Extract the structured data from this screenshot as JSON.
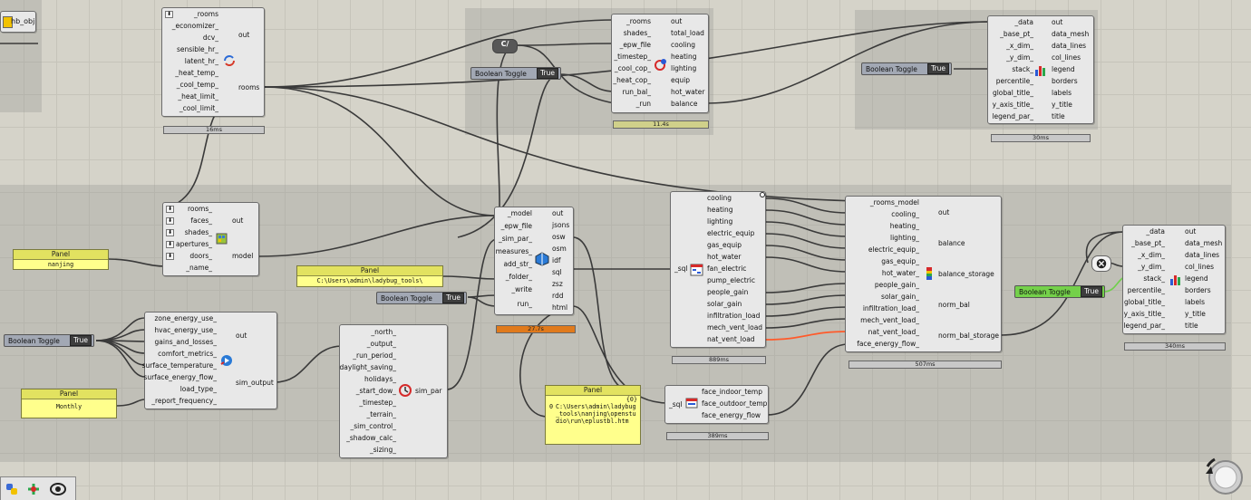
{
  "canvas": {
    "hb_obj": {
      "label": "hb_obj"
    },
    "c1": {
      "inputs": [
        "_rooms",
        "_economizer_",
        "dcv_",
        "sensible_hr_",
        "latent_hr_",
        "_heat_temp_",
        "_cool_temp_",
        "_heat_limit_",
        "_cool_limit_"
      ],
      "outputs": [
        "out",
        "rooms"
      ],
      "time": "16ms"
    },
    "c2": {
      "inputs": [
        "_rooms",
        "shades_",
        "_epw_file",
        "_timestep_",
        "_cool_cop_",
        "_heat_cop_",
        "run_bal_",
        "_run"
      ],
      "outputs": [
        "out",
        "total_load",
        "cooling",
        "heating",
        "lighting",
        "equip",
        "hot_water",
        "balance"
      ],
      "time": "11.4s"
    },
    "c3": {
      "inputs": [
        "_data",
        "_base_pt_",
        "_x_dim_",
        "_y_dim_",
        "stack_",
        "percentile_",
        "global_title_",
        "y_axis_title_",
        "legend_par_"
      ],
      "outputs": [
        "out",
        "data_mesh",
        "data_lines",
        "col_lines",
        "legend",
        "borders",
        "labels",
        "y_title",
        "title"
      ],
      "time": "30ms"
    },
    "c4": {
      "inputs": [
        "rooms_",
        "faces_",
        "shades_",
        "apertures_",
        "doors_",
        "_name_"
      ],
      "outputs": [
        "out",
        "model"
      ]
    },
    "c5": {
      "inputs": [
        "_model",
        "_epw_file",
        "_sim_par_",
        "measures_",
        "add_str_",
        "_folder_",
        "_write",
        "run_"
      ],
      "outputs": [
        "out",
        "jsons",
        "osw",
        "osm",
        "idf",
        "sql",
        "zsz",
        "rdd",
        "html"
      ],
      "time": "27.7s"
    },
    "c6": {
      "input": "_sql",
      "outputs": [
        "cooling",
        "heating",
        "lighting",
        "electric_equip",
        "gas_equip",
        "hot_water",
        "fan_electric",
        "pump_electric",
        "people_gain",
        "solar_gain",
        "infiltration_load",
        "mech_vent_load",
        "nat_vent_load"
      ],
      "time": "889ms"
    },
    "c7": {
      "inputs": [
        "_rooms_model",
        "cooling_",
        "heating_",
        "lighting_",
        "electric_equip_",
        "gas_equip_",
        "hot_water_",
        "people_gain_",
        "solar_gain_",
        "infiltration_load_",
        "mech_vent_load_",
        "nat_vent_load_",
        "face_energy_flow_"
      ],
      "outputs": [
        "out",
        "balance",
        "balance_storage",
        "norm_bal",
        "norm_bal_storage"
      ],
      "time": "507ms"
    },
    "c8": {
      "inputs": [
        "_data",
        "_base_pt_",
        "_x_dim_",
        "_y_dim_",
        "stack_",
        "percentile_",
        "global_title_",
        "y_axis_title_",
        "legend_par_"
      ],
      "outputs": [
        "out",
        "data_mesh",
        "data_lines",
        "col_lines",
        "legend",
        "borders",
        "labels",
        "y_title",
        "title"
      ],
      "time": "340ms"
    },
    "c9": {
      "inputs": [
        "zone_energy_use_",
        "hvac_energy_use_",
        "gains_and_losses_",
        "comfort_metrics_",
        "surface_temperature_",
        "surface_energy_flow_",
        "load_type_",
        "_report_frequency_"
      ],
      "outputs": [
        "out",
        "sim_output"
      ]
    },
    "c10": {
      "inputs": [
        "_north_",
        "_output_",
        "_run_period_",
        "daylight_saving_",
        "holidays_",
        "_start_dow_",
        "_timestep_",
        "_terrain_",
        "_sim_control_",
        "_shadow_calc_",
        "_sizing_"
      ],
      "output": "sim_par"
    },
    "c11": {
      "input": "_sql",
      "outputs": [
        "face_indoor_temp",
        "face_outdoor_temp",
        "face_energy_flow"
      ],
      "time": "389ms"
    },
    "panels": {
      "nanjing": {
        "title": "Panel",
        "text": "nanjing"
      },
      "path": {
        "title": "Panel",
        "text": "C:\\Users\\admin\\ladybug_tools\\"
      },
      "monthly": {
        "title": "Panel",
        "text": "Monthly"
      },
      "html": {
        "title": "Panel",
        "index": "{0}",
        "idx0": "0",
        "text": "C:\\Users\\admin\\ladybug_tools\\nanjing\\openstudio\\run\\eplustbl.htm"
      }
    },
    "toggles": {
      "t1": {
        "label": "Boolean Toggle",
        "value": "True"
      },
      "t2": {
        "label": "Boolean Toggle",
        "value": "True"
      },
      "t3": {
        "label": "Boolean Toggle",
        "value": "True"
      },
      "t4": {
        "label": "Boolean Toggle",
        "value": "True"
      },
      "t5": {
        "label": "Boolean Toggle",
        "value": "True"
      }
    },
    "colors": {
      "canvas": "#d5d3c9",
      "group": "#b9b8b0",
      "wire": "#3a3a3a",
      "wire_active": "#ff5a2a",
      "wire_green": "#6ed04a",
      "timer_orange": "#e07a1c"
    }
  }
}
